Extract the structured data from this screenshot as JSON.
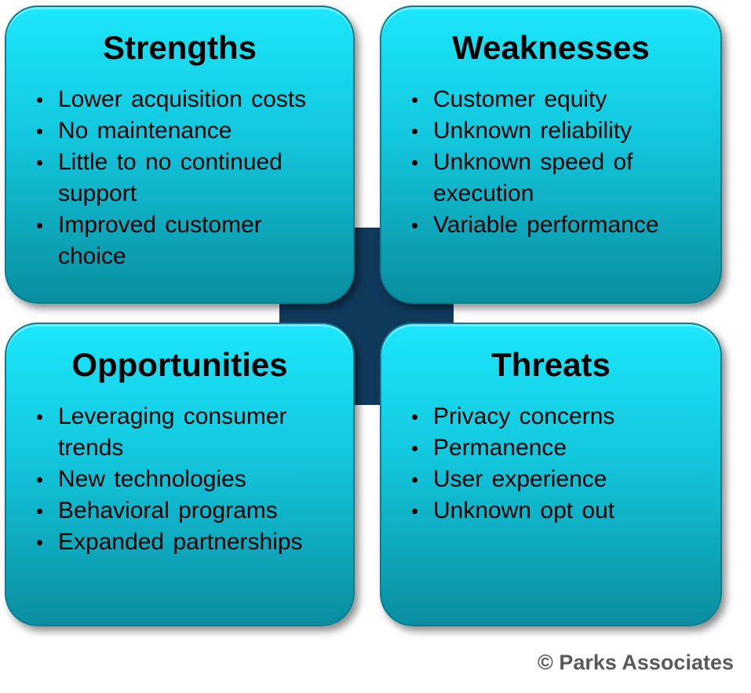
{
  "quadrants": {
    "strengths": {
      "title": "Strengths",
      "items": [
        "Lower acquisition costs",
        "No maintenance",
        "Little to no continued support",
        "Improved customer choice"
      ]
    },
    "weaknesses": {
      "title": "Weaknesses",
      "items": [
        "Customer equity",
        "Unknown reliability",
        "Unknown speed of execution",
        "Variable performance"
      ]
    },
    "opportunities": {
      "title": "Opportunities",
      "items": [
        "Leveraging consumer trends",
        "New technologies",
        "Behavioral programs",
        "Expanded partnerships"
      ]
    },
    "threats": {
      "title": "Threats",
      "items": [
        "Privacy concerns",
        "Permanence",
        "User experience",
        "Unknown opt out"
      ]
    }
  },
  "footer": {
    "copyright": "© Parks Associates"
  },
  "colors": {
    "box_top": "#1ce7fb",
    "box_bottom": "#0a8ea0",
    "cross": "#103a5c",
    "copyright_text": "#595959"
  }
}
